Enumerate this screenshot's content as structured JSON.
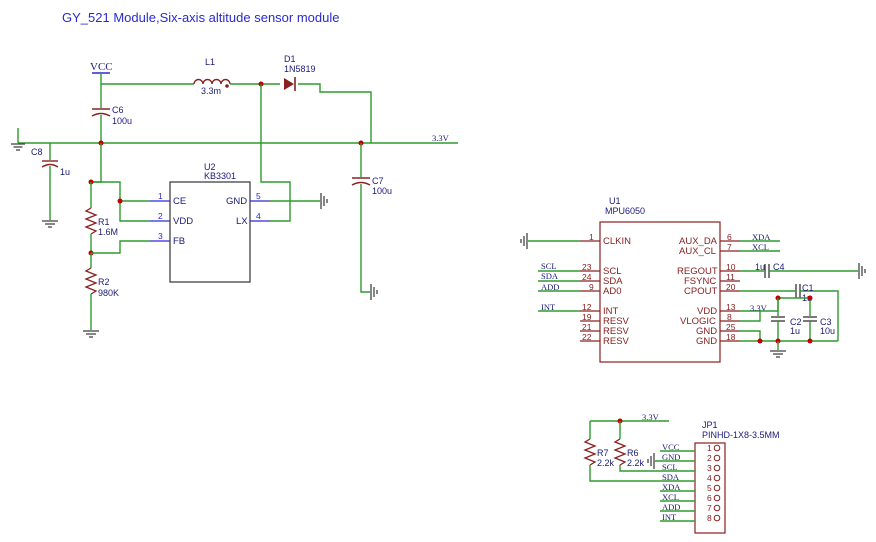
{
  "title": "GY_521 Module,Six-axis altitude sensor module",
  "nets": {
    "vcc": "VCC",
    "v33_main": "3.3V",
    "v33_u1": "3.3V",
    "v33_jp": "3.3V",
    "u1_left": [
      "SCL",
      "SDA",
      "ADD",
      "INT"
    ],
    "u1_right": [
      "XDA",
      "XCL"
    ]
  },
  "parts": {
    "L1": {
      "ref": "L1",
      "value": "3.3m"
    },
    "D1": {
      "ref": "D1",
      "value": "1N5819"
    },
    "C6": {
      "ref": "C6",
      "value": "100u"
    },
    "C8": {
      "ref": "C8",
      "value": "1u"
    },
    "C7": {
      "ref": "C7",
      "value": "100u"
    },
    "R1": {
      "ref": "R1",
      "value": "1.6M"
    },
    "R2": {
      "ref": "R2",
      "value": "980K"
    },
    "C1": {
      "ref": "C1",
      "value": "1u"
    },
    "C4": {
      "ref": "C4",
      "value": "1u"
    },
    "C2": {
      "ref": "C2",
      "value": "1u"
    },
    "C3": {
      "ref": "C3",
      "value": "10u"
    },
    "R7": {
      "ref": "R7",
      "value": "2.2k"
    },
    "R6": {
      "ref": "R6",
      "value": "2.2k"
    }
  },
  "u2": {
    "ref": "U2",
    "value": "KB3301",
    "pins_left": [
      {
        "num": "1",
        "name": "CE"
      },
      {
        "num": "2",
        "name": "VDD"
      },
      {
        "num": "3",
        "name": "FB"
      }
    ],
    "pins_right": [
      {
        "num": "5",
        "name": "GND"
      },
      {
        "num": "4",
        "name": "LX"
      }
    ]
  },
  "u1": {
    "ref": "U1",
    "value": "MPU6050",
    "pins_left": [
      {
        "num": "1",
        "name": "CLKIN"
      },
      {
        "num": "23",
        "name": "SCL"
      },
      {
        "num": "24",
        "name": "SDA"
      },
      {
        "num": "9",
        "name": "AD0"
      },
      {
        "num": "12",
        "name": "INT"
      },
      {
        "num": "19",
        "name": "RESV"
      },
      {
        "num": "21",
        "name": "RESV"
      },
      {
        "num": "22",
        "name": "RESV"
      }
    ],
    "pins_right": [
      {
        "num": "6",
        "name": "AUX_DA"
      },
      {
        "num": "7",
        "name": "AUX_CL"
      },
      {
        "num": "10",
        "name": "REGOUT"
      },
      {
        "num": "11",
        "name": "FSYNC"
      },
      {
        "num": "20",
        "name": "CPOUT"
      },
      {
        "num": "13",
        "name": "VDD"
      },
      {
        "num": "8",
        "name": "VLOGIC"
      },
      {
        "num": "25",
        "name": "GND"
      },
      {
        "num": "18",
        "name": "GND"
      }
    ]
  },
  "jp1": {
    "ref": "JP1",
    "value": "PINHD-1X8-3.5MM",
    "pins": [
      {
        "num": "1",
        "net": "VCC"
      },
      {
        "num": "2",
        "net": "GND"
      },
      {
        "num": "3",
        "net": "SCL"
      },
      {
        "num": "4",
        "net": "SDA"
      },
      {
        "num": "5",
        "net": "XDA"
      },
      {
        "num": "6",
        "net": "XCL"
      },
      {
        "num": "7",
        "net": "ADD"
      },
      {
        "num": "8",
        "net": "INT"
      }
    ]
  }
}
